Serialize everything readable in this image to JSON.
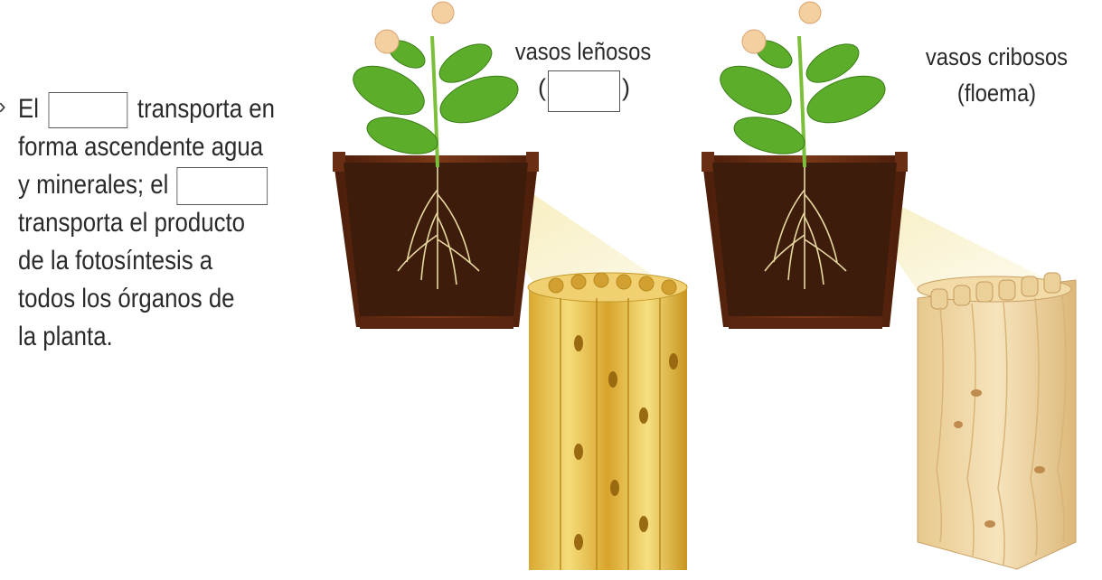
{
  "text": {
    "bullet": "›",
    "line1_a": "El",
    "line1_b": "transporta en",
    "line2": "forma ascendente agua",
    "line3": "y minerales; el",
    "line4": "transporta el producto",
    "line5": "de la fotosíntesis a",
    "line6": "todos los órganos de",
    "line7": "la planta."
  },
  "labels": {
    "left_title": "vasos leñosos",
    "left_paren_open": "(",
    "left_paren_close": ")",
    "right_title": "vasos cribosos",
    "right_sub": "(floema)"
  },
  "colors": {
    "pot": "#6a2e14",
    "soil": "#3d1c0c",
    "leaf": "#5cae2a",
    "xylem": "#e8c45a",
    "phloem": "#f2ddb0"
  }
}
